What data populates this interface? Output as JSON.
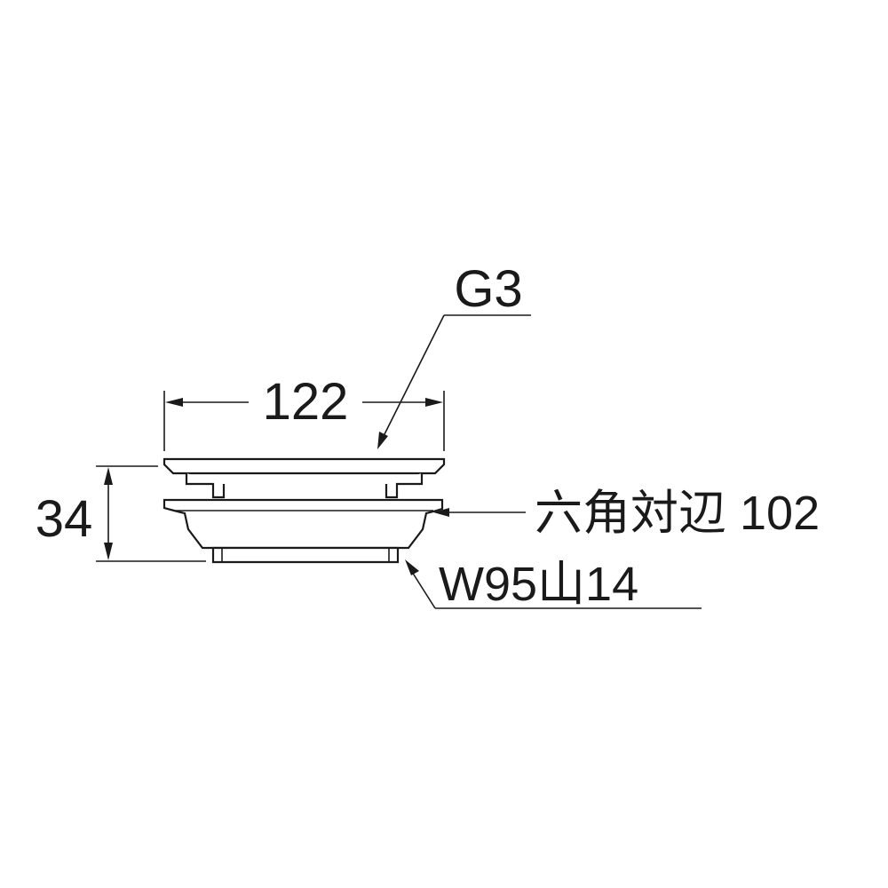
{
  "diagram": {
    "labels": {
      "thread": "G3",
      "width": "122",
      "height": "34",
      "hex": "六角対辺 102",
      "thread_w": "W95山14"
    },
    "colors": {
      "ink": "#1a1a1a",
      "background": "#ffffff"
    }
  }
}
